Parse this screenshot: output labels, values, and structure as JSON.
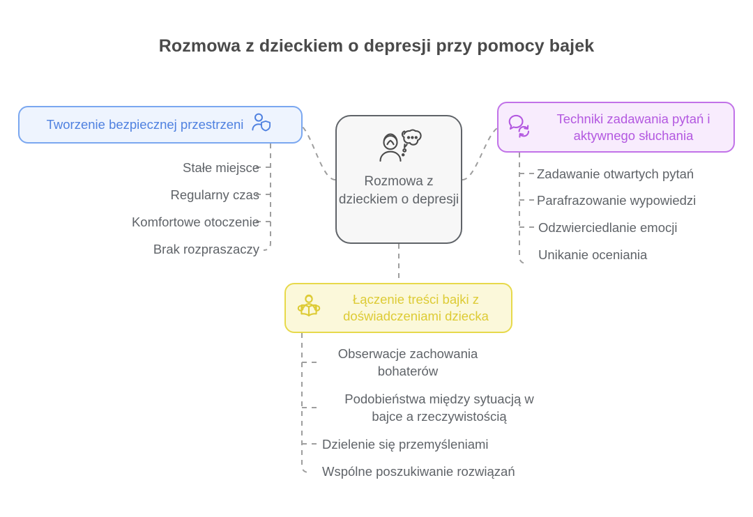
{
  "page": {
    "title": "Rozmowa z dzieckiem o depresji przy pomocy bajek",
    "background_color": "#ffffff"
  },
  "center": {
    "label": "Rozmowa z\ndzieckiem o\ndepresji",
    "icon": "person-thought-bubble-icon",
    "fill_color": "#f7f7f7",
    "border_color": "#5f6368",
    "text_color": "#5f6368"
  },
  "branches": [
    {
      "id": "safe-space",
      "label": "Tworzenie bezpiecznej przestrzeni",
      "icon": "person-shield-icon",
      "position": "left",
      "fill_color": "#eef4fe",
      "border_color": "#7aa7f0",
      "text_color": "#4f81e0",
      "items": [
        "Stałe miejsce",
        "Regularny czas",
        "Komfortowe otoczenie",
        "Brak rozpraszaczy"
      ]
    },
    {
      "id": "questions-listening",
      "label": "Techniki zadawania pytań i\naktywnego słuchania",
      "icon": "speech-bubble-refresh-icon",
      "position": "right",
      "fill_color": "#f8ecfd",
      "border_color": "#c172e8",
      "text_color": "#b358e0",
      "items": [
        "Zadawanie otwartych pytań",
        "Parafrazowanie wypowiedzi",
        "Odzwierciedlanie emocji",
        "Unikanie oceniania"
      ]
    },
    {
      "id": "story-experience",
      "label": "Łączenie treści bajki z\ndoświadczeniami dziecka",
      "icon": "person-reading-book-icon",
      "position": "bottom",
      "fill_color": "#fbf8da",
      "border_color": "#e7d94a",
      "text_color": "#ddcb35",
      "items": [
        "Obserwacje zachowania\nbohaterów",
        "Podobieństwa między sytuacją w\nbajce a rzeczywistością",
        "Dzielenie się przemyśleniami",
        "Wspólne poszukiwanie rozwiązań"
      ]
    }
  ],
  "connectors": {
    "style": "dashed",
    "color": "#9e9e9e"
  }
}
